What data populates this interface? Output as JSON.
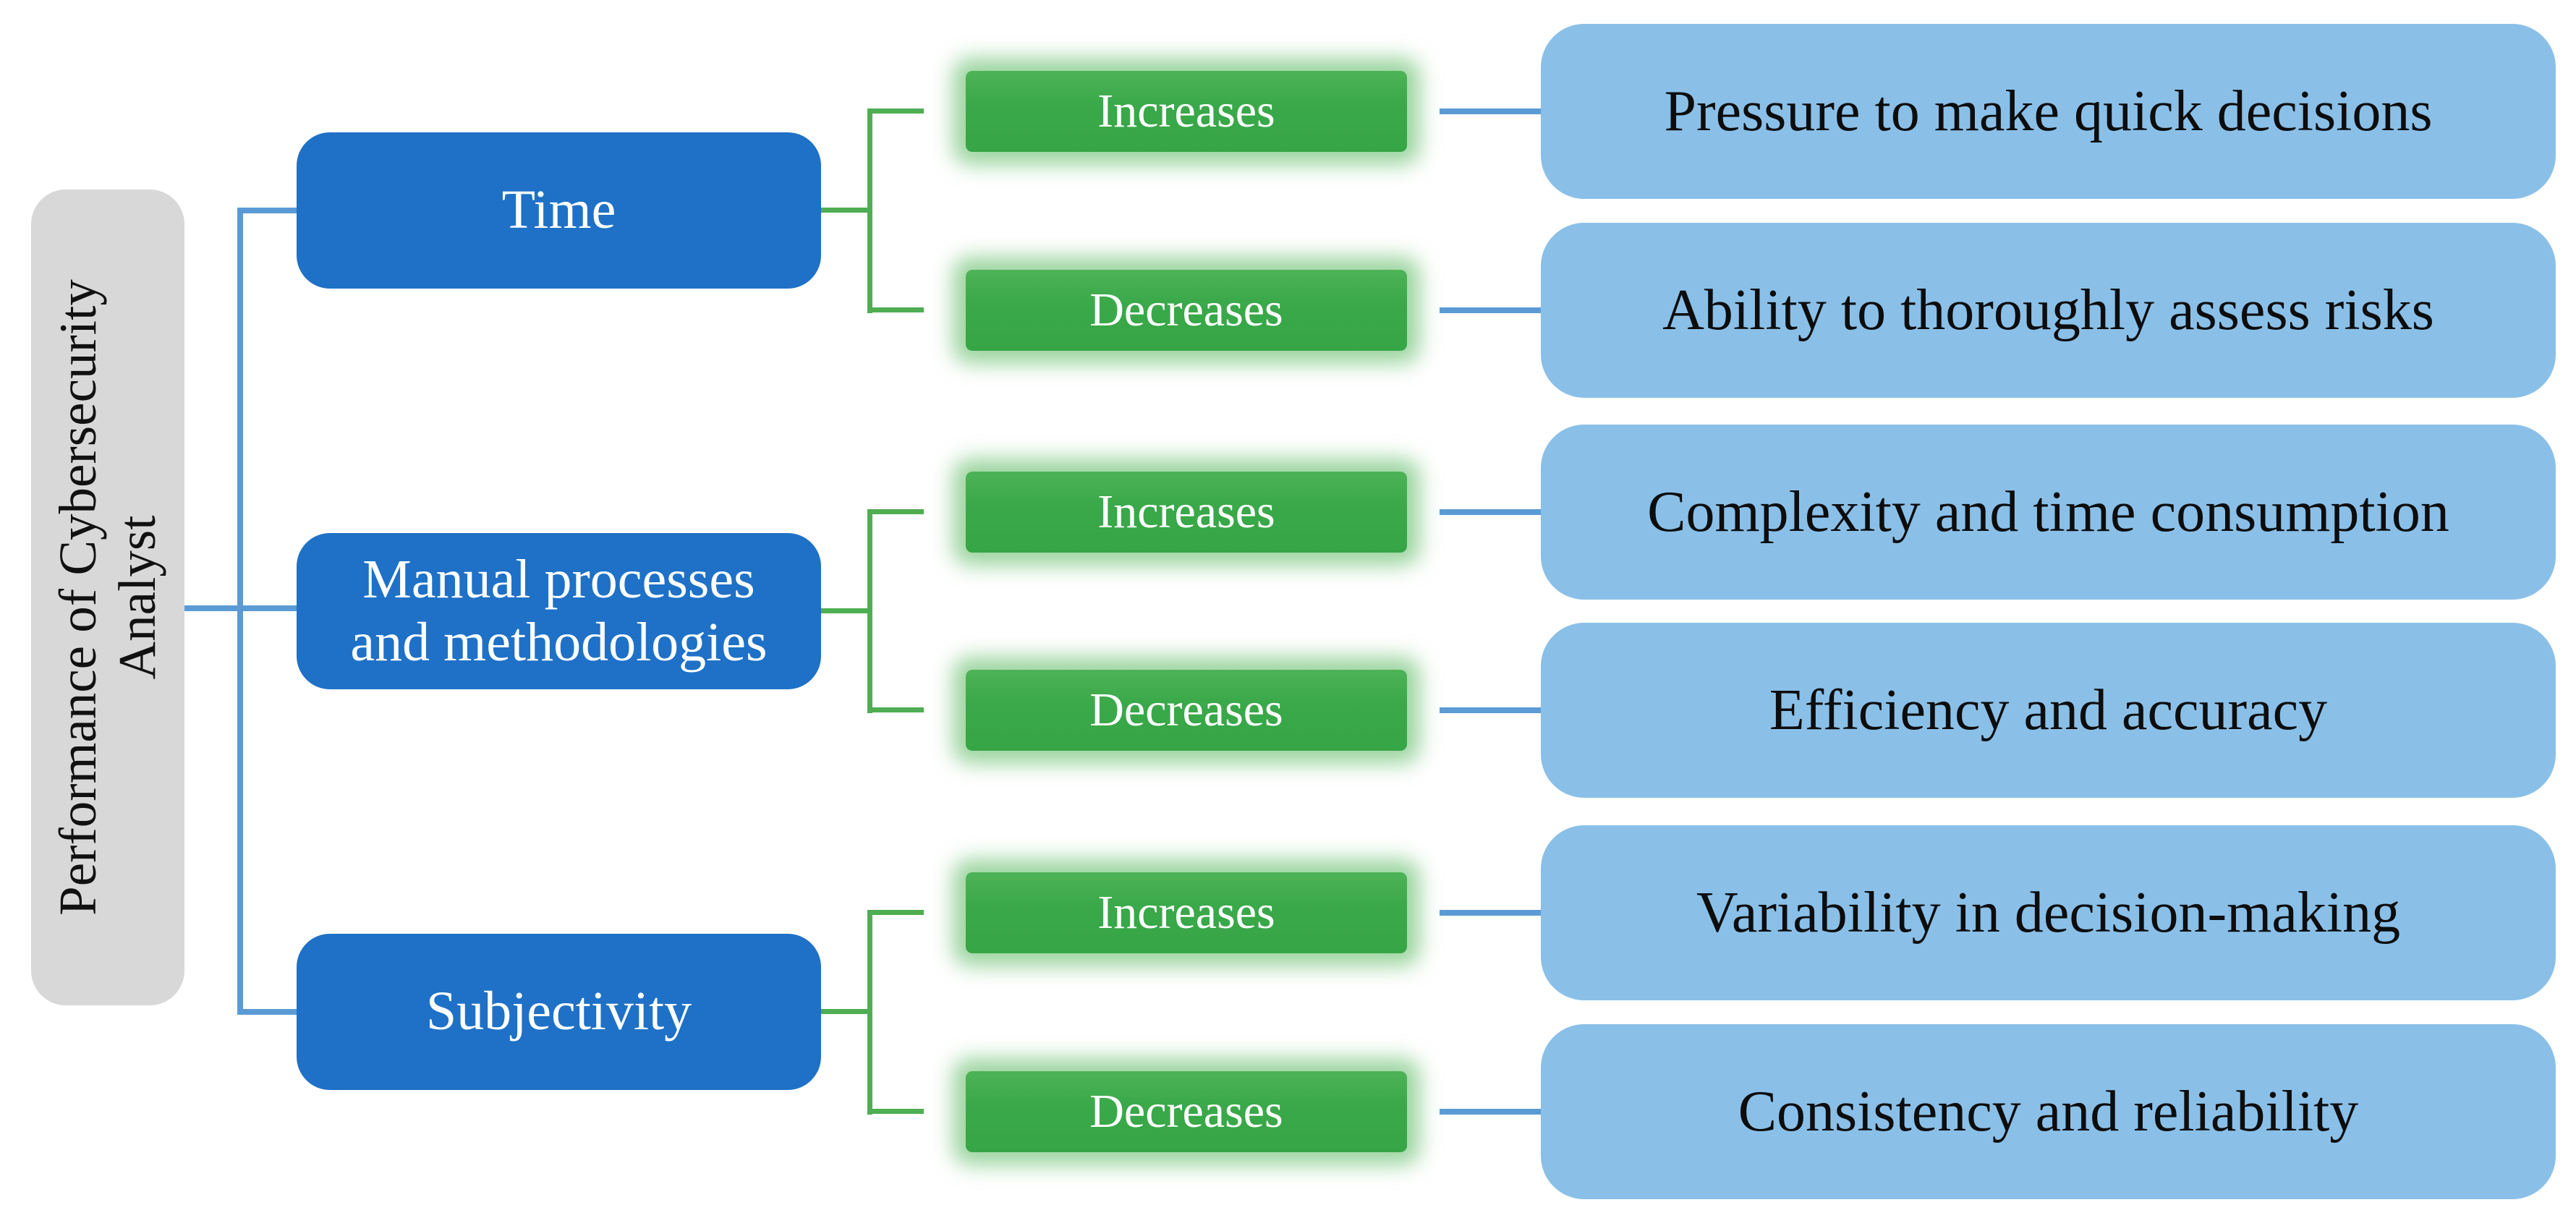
{
  "diagram": {
    "root": {
      "label": "Performance of Cybersecurity Analyst"
    },
    "categories": [
      {
        "label": "Time",
        "effects": [
          {
            "direction": "Increases",
            "outcome": "Pressure to make quick decisions"
          },
          {
            "direction": "Decreases",
            "outcome": "Ability to thoroughly assess risks"
          }
        ]
      },
      {
        "label": "Manual processes and methodologies",
        "effects": [
          {
            "direction": "Increases",
            "outcome": "Complexity and time consumption"
          },
          {
            "direction": "Decreases",
            "outcome": "Efficiency and accuracy"
          }
        ]
      },
      {
        "label": "Subjectivity",
        "effects": [
          {
            "direction": "Increases",
            "outcome": "Variability in decision-making"
          },
          {
            "direction": "Decreases",
            "outcome": "Consistency and reliability"
          }
        ]
      }
    ],
    "colors": {
      "root_box": "#d8d8d8",
      "category_box": "#1e71c6",
      "direction_box": "#3eac49",
      "outcome_box": "#8ac0e8",
      "category_connector_line": "#5b9bd5",
      "direction_connector_line": "#4eae51",
      "box_text": "#ffffff",
      "outcome_text": "#0d0d0d"
    }
  }
}
